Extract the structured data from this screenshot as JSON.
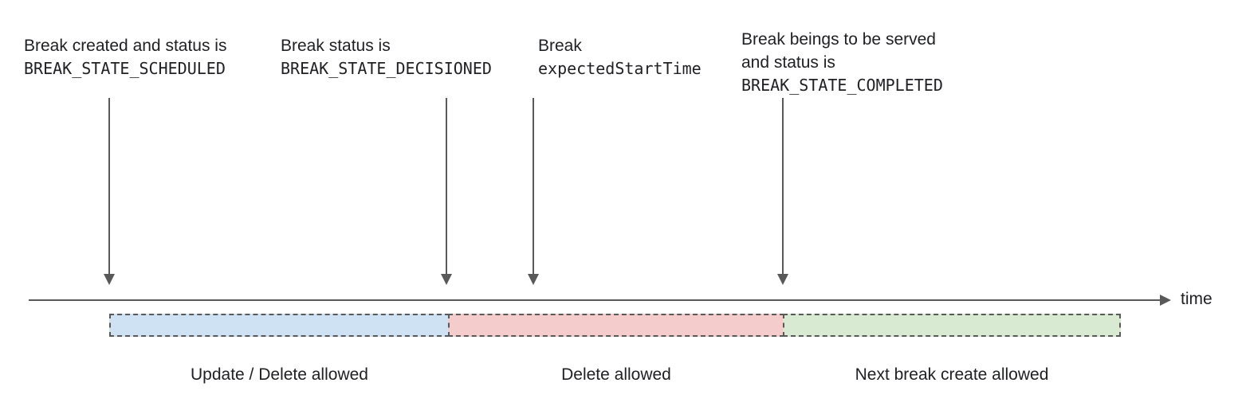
{
  "annotations": [
    {
      "line1": "Break created and status is",
      "code": "BREAK_STATE_SCHEDULED"
    },
    {
      "line1": "Break status is",
      "code": "BREAK_STATE_DECISIONED"
    },
    {
      "line1": "Break",
      "code": "expectedStartTime"
    },
    {
      "line1": "Break beings to be served",
      "line2": "and status is",
      "code": "BREAK_STATE_COMPLETED"
    }
  ],
  "timeline": {
    "axis_label": "time"
  },
  "segments": [
    {
      "label": "Update / Delete allowed",
      "fill": "#cfe2f3"
    },
    {
      "label": "Delete allowed",
      "fill": "#f4cccc"
    },
    {
      "label": "Next break create allowed",
      "fill": "#d9ead3"
    }
  ],
  "colors": {
    "line": "#595959",
    "segment_border": "#595959",
    "text": "#202124"
  }
}
